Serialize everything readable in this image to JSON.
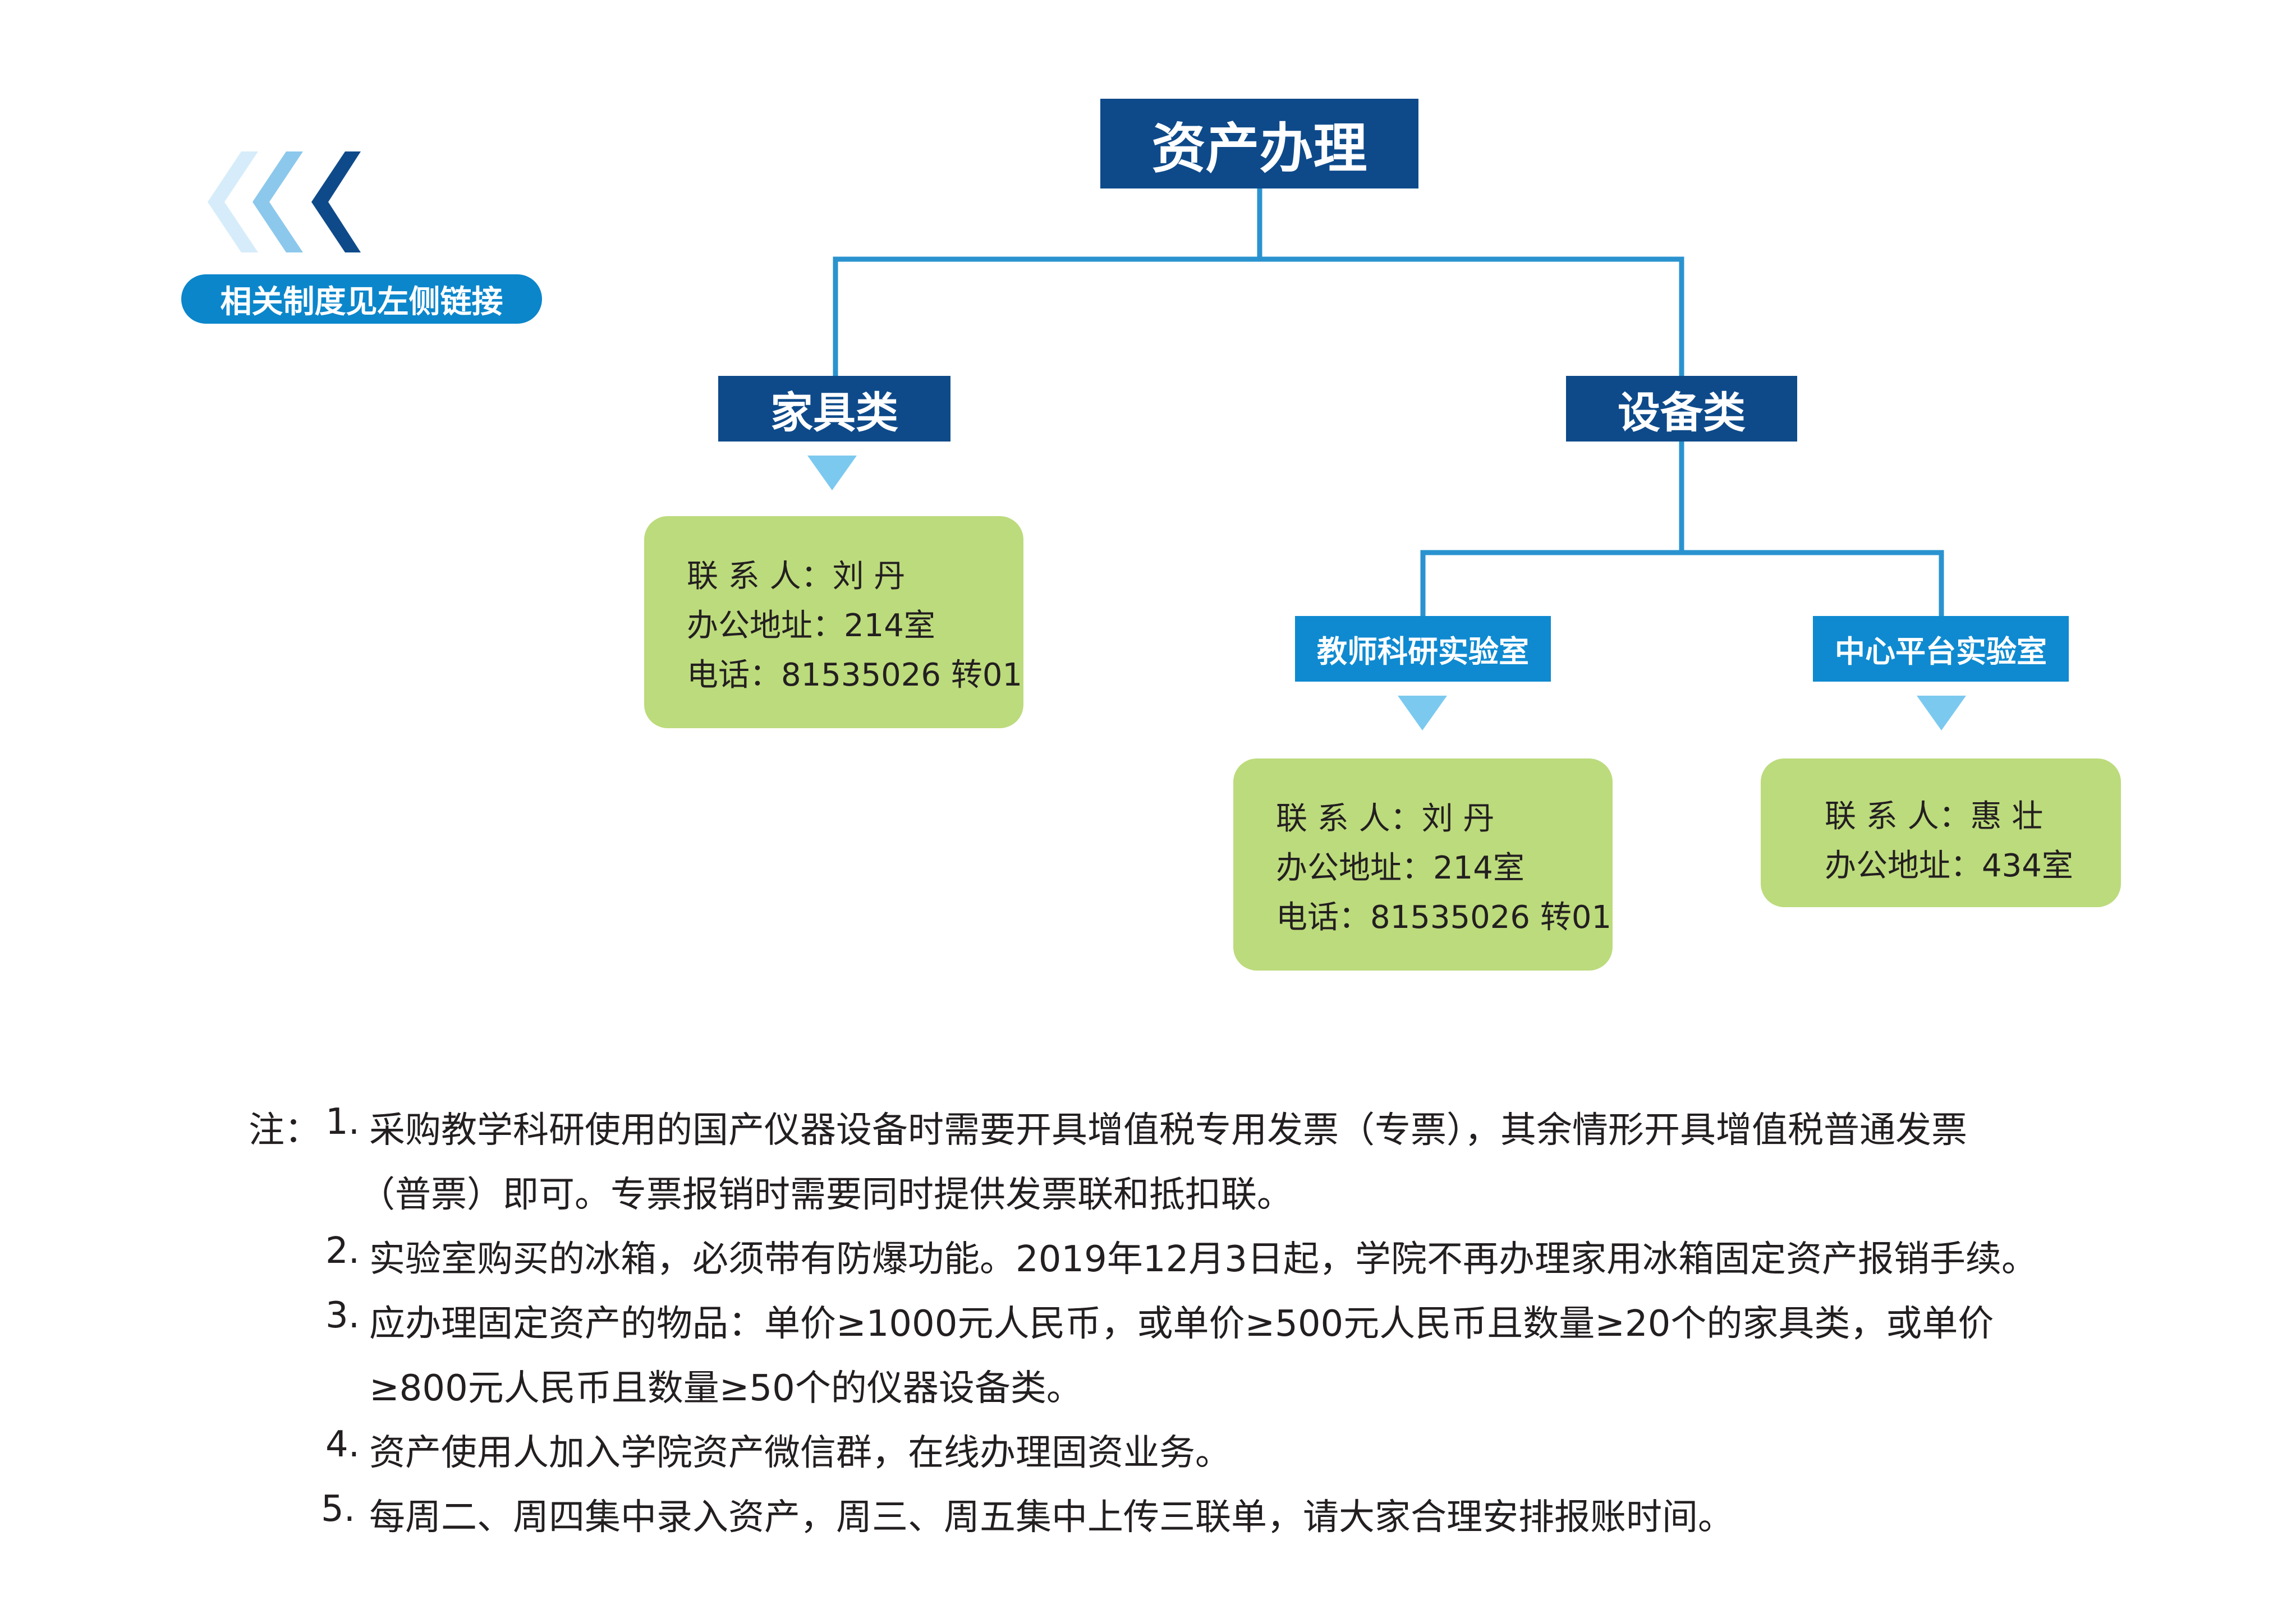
{
  "header": {
    "back_icon": "triple-chevron-left-icon",
    "link_hint": "相关制度见左侧链接"
  },
  "colors": {
    "dark_blue": "#0e4a8a",
    "light_blue": "#0f8ad0",
    "connector": "#2a93cf",
    "green": "#bcdb7c",
    "arrow": "#7cc9ef"
  },
  "tree": {
    "root": "资产办理",
    "furniture": {
      "label": "家具类",
      "contact_label": "联 系 人：",
      "contact_name": "刘  丹",
      "office_label": "办公地址：",
      "office": "214室",
      "phone_label": "电话：",
      "phone": "81535026 转01"
    },
    "equipment": {
      "label": "设备类",
      "teaching_lab": {
        "label": "教师科研实验室",
        "contact_label": "联 系 人：",
        "contact_name": "刘  丹",
        "office_label": "办公地址：",
        "office": "214室",
        "phone_label": "电话：",
        "phone": "81535026 转01"
      },
      "center_lab": {
        "label": "中心平台实验室",
        "contact_label": "联 系 人：",
        "contact_name": "惠  壮",
        "office_label": "办公地址：",
        "office": "434室"
      }
    }
  },
  "notes": {
    "prefix": "注：",
    "items": [
      {
        "num": "1.",
        "line1": "采购教学科研使用的国产仪器设备时需要开具增值税专用发票（专票），其余情形开具增值税普通发票",
        "line2": "（普票）即可。专票报销时需要同时提供发票联和抵扣联。"
      },
      {
        "num": "2.",
        "line1": "实验室购买的冰箱，必须带有防爆功能。2019年12月3日起，学院不再办理家用冰箱固定资产报销手续。"
      },
      {
        "num": "3.",
        "line1": "应办理固定资产的物品：单价≥1000元人民币，或单价≥500元人民币且数量≥20个的家具类，或单价",
        "line2": "≥800元人民币且数量≥50个的仪器设备类。"
      },
      {
        "num": "4.",
        "line1": "资产使用人加入学院资产微信群，在线办理固资业务。"
      },
      {
        "num": "5.",
        "line1": "每周二、周四集中录入资产，周三、周五集中上传三联单，请大家合理安排报账时间。"
      }
    ]
  }
}
